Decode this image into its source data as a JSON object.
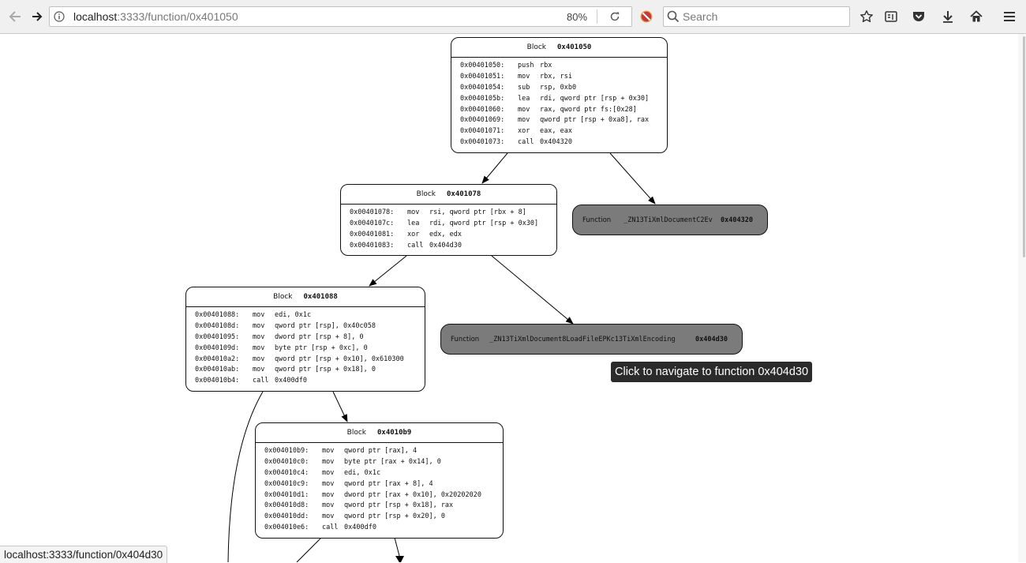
{
  "browser": {
    "url_host": "localhost",
    "url_path": ":3333/function/0x401050",
    "zoom": "80%",
    "search_placeholder": "Search",
    "status_url": "localhost:3333/function/0x404d30",
    "tooltip": "Click to navigate to function 0x404d30",
    "icons": {
      "back": "back-arrow-icon",
      "forward": "forward-arrow-icon",
      "info": "info-icon",
      "reload": "reload-icon",
      "tracking": "tracking-protection-icon",
      "search": "search-icon",
      "bookmark": "star-icon",
      "reader": "reading-list-icon",
      "pocket": "pocket-icon",
      "downloads": "download-icon",
      "home": "home-icon",
      "menu": "hamburger-menu-icon"
    }
  },
  "graph": {
    "blocks": [
      {
        "label": "Block",
        "address": "0x401050",
        "insns": [
          {
            "addr": "0x00401050:",
            "mn": "push",
            "op": "rbx"
          },
          {
            "addr": "0x00401051:",
            "mn": "mov",
            "op": "rbx, rsi"
          },
          {
            "addr": "0x00401054:",
            "mn": "sub",
            "op": "rsp, 0xb0"
          },
          {
            "addr": "0x0040105b:",
            "mn": "lea",
            "op": "rdi, qword ptr [rsp + 0x30]"
          },
          {
            "addr": "0x00401060:",
            "mn": "mov",
            "op": "rax, qword ptr fs:[0x28]"
          },
          {
            "addr": "0x00401069:",
            "mn": "mov",
            "op": "qword ptr [rsp + 0xa8], rax"
          },
          {
            "addr": "0x00401071:",
            "mn": "xor",
            "op": "eax, eax"
          },
          {
            "addr": "0x00401073:",
            "mn": "call",
            "op": "0x404320"
          }
        ]
      },
      {
        "label": "Block",
        "address": "0x401078",
        "insns": [
          {
            "addr": "0x00401078:",
            "mn": "mov",
            "op": "rsi, qword ptr [rbx + 8]"
          },
          {
            "addr": "0x0040107c:",
            "mn": "lea",
            "op": "rdi, qword ptr [rsp + 0x30]"
          },
          {
            "addr": "0x00401081:",
            "mn": "xor",
            "op": "edx, edx"
          },
          {
            "addr": "0x00401083:",
            "mn": "call",
            "op": "0x404d30"
          }
        ]
      },
      {
        "label": "Block",
        "address": "0x401088",
        "insns": [
          {
            "addr": "0x00401088:",
            "mn": "mov",
            "op": "edi, 0x1c"
          },
          {
            "addr": "0x0040108d:",
            "mn": "mov",
            "op": "qword ptr [rsp], 0x40c058"
          },
          {
            "addr": "0x00401095:",
            "mn": "mov",
            "op": "dword ptr [rsp + 8], 0"
          },
          {
            "addr": "0x0040109d:",
            "mn": "mov",
            "op": "byte ptr [rsp + 0xc], 0"
          },
          {
            "addr": "0x004010a2:",
            "mn": "mov",
            "op": "qword ptr [rsp + 0x10], 0x610300"
          },
          {
            "addr": "0x004010ab:",
            "mn": "mov",
            "op": "qword ptr [rsp + 0x18], 0"
          },
          {
            "addr": "0x004010b4:",
            "mn": "call",
            "op": "0x400df0"
          }
        ]
      },
      {
        "label": "Block",
        "address": "0x4010b9",
        "insns": [
          {
            "addr": "0x004010b9:",
            "mn": "mov",
            "op": "qword ptr [rax], 4"
          },
          {
            "addr": "0x004010c0:",
            "mn": "mov",
            "op": "byte ptr [rax + 0x14], 0"
          },
          {
            "addr": "0x004010c4:",
            "mn": "mov",
            "op": "edi, 0x1c"
          },
          {
            "addr": "0x004010c9:",
            "mn": "mov",
            "op": "qword ptr [rax + 8], 4"
          },
          {
            "addr": "0x004010d1:",
            "mn": "mov",
            "op": "dword ptr [rax + 0x10], 0x20202020"
          },
          {
            "addr": "0x004010d8:",
            "mn": "mov",
            "op": "qword ptr [rsp + 0x18], rax"
          },
          {
            "addr": "0x004010dd:",
            "mn": "mov",
            "op": "qword ptr [rsp + 0x20], 0"
          },
          {
            "addr": "0x004010e6:",
            "mn": "call",
            "op": "0x400df0"
          }
        ]
      }
    ],
    "functions": [
      {
        "label": "Function",
        "name": "_ZN13TiXmlDocumentC2Ev",
        "address": "0x404320"
      },
      {
        "label": "Function",
        "name": "_ZN13TiXmlDocument8LoadFileEPKc13TiXmlEncoding",
        "address": "0x404d30"
      }
    ],
    "colors": {
      "function_fill": "#7b7b7b",
      "edge": "#000000",
      "tooltip_bg": "#2b2b2b"
    }
  }
}
